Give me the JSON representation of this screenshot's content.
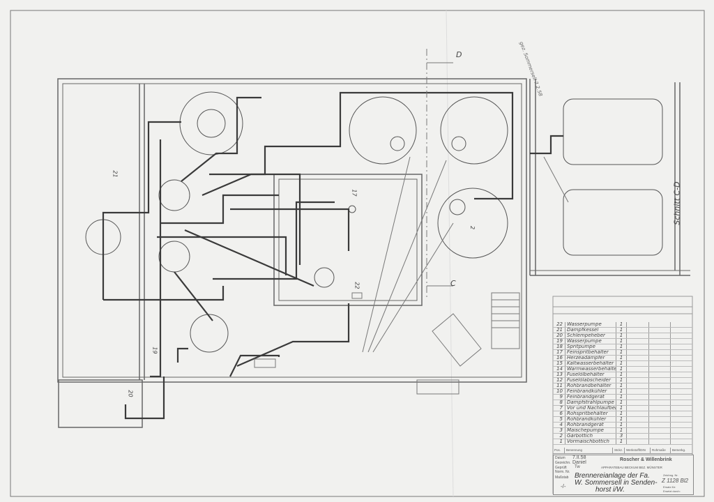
{
  "drawing": {
    "section_label": "Schnitt C-D",
    "marker_d": "D",
    "marker_c": "C",
    "labels": {
      "p21": "21",
      "p17": "17",
      "p2": "2",
      "p22": "22",
      "p19": "19",
      "p20": "20"
    },
    "handwritten_note": "gez. Sommersell 7.2.58"
  },
  "legend": {
    "items": [
      {
        "pos": "22",
        "name": "Wasserpumpe",
        "qty": "1"
      },
      {
        "pos": "21",
        "name": "Dampfkessel",
        "qty": "1"
      },
      {
        "pos": "20",
        "name": "Schlempeheber",
        "qty": "1"
      },
      {
        "pos": "19",
        "name": "Wasserpumpe",
        "qty": "1"
      },
      {
        "pos": "18",
        "name": "Spritpumpe",
        "qty": "1"
      },
      {
        "pos": "17",
        "name": "Feinspritbehälter",
        "qty": "1"
      },
      {
        "pos": "16",
        "name": "Herzeadämpfer",
        "qty": "1"
      },
      {
        "pos": "15",
        "name": "Kaltwasserbehälter",
        "qty": "1"
      },
      {
        "pos": "14",
        "name": "Warmwasserbehälter",
        "qty": "1"
      },
      {
        "pos": "13",
        "name": "Fuselölbehälter",
        "qty": "1"
      },
      {
        "pos": "12",
        "name": "Fuselölabscheider",
        "qty": "1"
      },
      {
        "pos": "11",
        "name": "Rohbrandbehälter",
        "qty": "1"
      },
      {
        "pos": "10",
        "name": "Feinbrandkühler",
        "qty": "1"
      },
      {
        "pos": "9",
        "name": "Feinbrandgerät",
        "qty": "1"
      },
      {
        "pos": "8",
        "name": "Dampfstrahlpumpe",
        "qty": "1"
      },
      {
        "pos": "7",
        "name": "Vor und Nachlaufbeh.",
        "qty": "1"
      },
      {
        "pos": "6",
        "name": "Rohspritbehälter",
        "qty": "1"
      },
      {
        "pos": "5",
        "name": "Rohbrandkühler",
        "qty": "1"
      },
      {
        "pos": "4",
        "name": "Rohbrandgerät",
        "qty": "1"
      },
      {
        "pos": "3",
        "name": "Maischepumpe",
        "qty": "1"
      },
      {
        "pos": "2",
        "name": "Gärbottich",
        "qty": "3"
      },
      {
        "pos": "1",
        "name": "Vormaischbottich",
        "qty": "1"
      }
    ],
    "headers": [
      "Pos.",
      "Benennung",
      "Stckz.",
      "Werkstoff/DIN",
      "Rohmaße",
      "Bemerkg."
    ]
  },
  "title_block": {
    "datum_label": "Datum",
    "datum": "7.II.58",
    "gezeichnet_label": "Gezeichn.",
    "gezeichnet": "Daniel",
    "geprueft_label": "Geprüft",
    "geprueft": "Tw",
    "norm_label": "Norm. Nr.",
    "company": "Roscher & Willenbrink",
    "company_sub": "APPARATEBAU BECKUM BEZ. MÜNSTER",
    "massstab_label": "Maßstab",
    "massstab": "-/-",
    "title_line1": "Brennereianlage der Fa.",
    "title_line2": "W. Sommersell in Senden-",
    "title_line3": "horst i/W.",
    "zeichnung_label": "Zeichng. Nr.",
    "zeichnung_nr": "Z 1128 Bl2",
    "ersatz_label": "Ersatz für:",
    "ersetzt_label": "Ersetzt durch:"
  }
}
